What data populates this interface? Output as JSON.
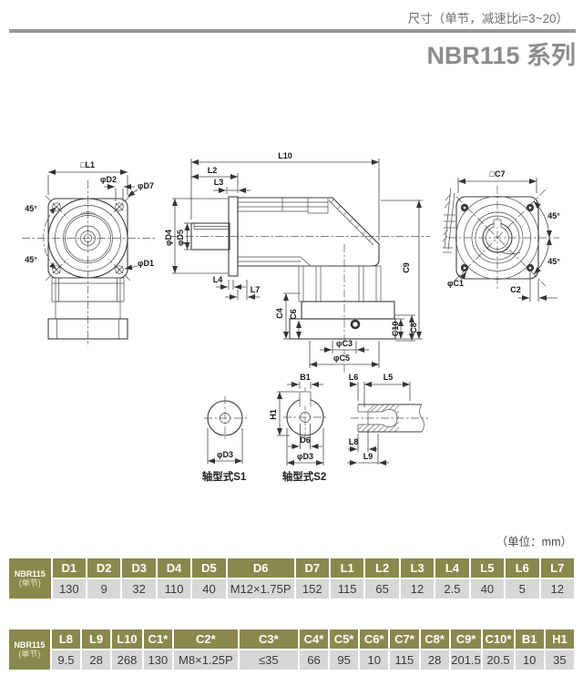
{
  "header": {
    "subtitle": "尺寸（单节，减速比i=3~20）",
    "title": "NBR115 系列"
  },
  "unit_note": "（单位：mm）",
  "drawing": {
    "labels": {
      "sqL1": "□L1",
      "phiD2": "φD2",
      "phiD7": "φD7",
      "phiD1": "φD1",
      "deg45": "45°",
      "L10": "L10",
      "L2": "L2",
      "L3": "L3",
      "phiD4": "φD4",
      "phiD5": "φD5",
      "L4": "L4",
      "L7": "L7",
      "C4": "C4",
      "C6": "C6",
      "phiC3": "φC3",
      "phiC5": "φC5",
      "C10": "C10",
      "C8": "C8",
      "C9": "C9",
      "sqC7": "□C7",
      "phiC1": "φC1",
      "C2": "C2",
      "phiD3": "φD3",
      "B1": "B1",
      "H1": "H1",
      "D6": "D6",
      "L6": "L6",
      "L5": "L5",
      "L8": "L8",
      "L9": "L9",
      "s1_caption": "轴型式S1",
      "s2_caption": "轴型式S2"
    }
  },
  "tables": [
    {
      "row_label_line1": "NBR115",
      "row_label_line2": "(单节)",
      "columns": [
        "D1",
        "D2",
        "D3",
        "D4",
        "D5",
        "D6",
        "D7",
        "L1",
        "L2",
        "L3",
        "L4",
        "L5",
        "L6",
        "L7"
      ],
      "values": [
        "130",
        "9",
        "32",
        "110",
        "40",
        "M12×1.75P",
        "152",
        "115",
        "65",
        "12",
        "2.5",
        "40",
        "5",
        "12"
      ]
    },
    {
      "row_label_line1": "NBR115",
      "row_label_line2": "(单节)",
      "columns": [
        "L8",
        "L9",
        "L10",
        "C1*",
        "C2*",
        "C3*",
        "C4*",
        "C5*",
        "C6*",
        "C7*",
        "C8*",
        "C9*",
        "C10*",
        "B1",
        "H1"
      ],
      "values": [
        "9.5",
        "28",
        "268",
        "130",
        "M8×1.25P",
        "≤35",
        "66",
        "95",
        "10",
        "115",
        "28",
        "201.5",
        "20.5",
        "10",
        "35"
      ]
    }
  ]
}
